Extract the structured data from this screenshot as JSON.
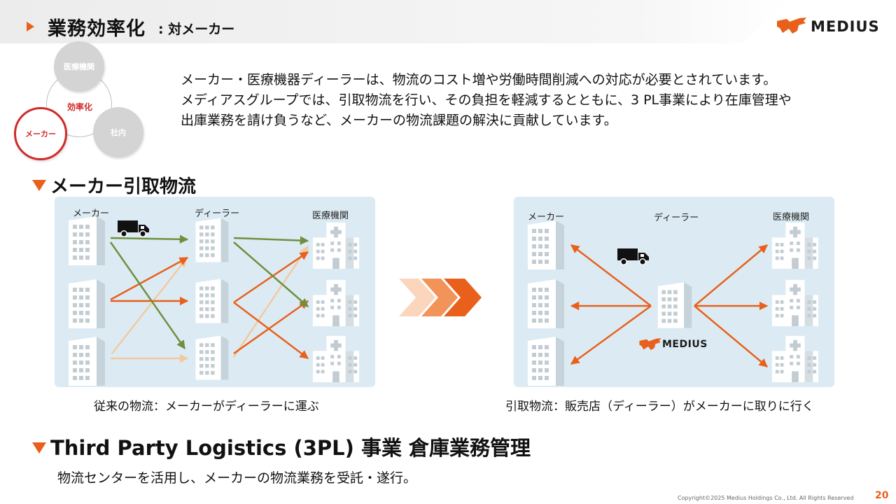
{
  "header": {
    "title": "業務効率化",
    "subtitle": ": 対メーカー",
    "logo_text": "MEDIUS"
  },
  "cycle": {
    "top": "医療機関",
    "center": "効率化",
    "left": "メーカー",
    "right": "社内"
  },
  "intro": {
    "line1": "メーカー・医療機器ディーラーは、物流のコスト増や労働時間削減への対応が必要とされています。",
    "line2": "メディアスグループでは、引取物流を行い、その負担を軽減するとともに、3 PL事業により在庫管理や",
    "line3": "出庫業務を請け負うなど、メーカーの物流課題の解決に貢献しています。"
  },
  "section1": {
    "title": "メーカー引取物流"
  },
  "diagram_left": {
    "labels": {
      "maker": "メーカー",
      "dealer": "ディーラー",
      "hospital": "医療機関"
    },
    "caption": "従来の物流：メーカーがディーラーに運ぶ"
  },
  "diagram_right": {
    "labels": {
      "maker": "メーカー",
      "dealer": "ディーラー",
      "hospital": "医療機関"
    },
    "logo_text": "MEDIUS",
    "caption": "引取物流：販売店（ディーラー）がメーカーに取りに行く"
  },
  "section2": {
    "title": "Third Party Logistics (3PL) 事業  倉庫業務管理",
    "description": "物流センターを活用し、メーカーの物流業務を受託・遂行。"
  },
  "footer": {
    "copyright": "Copyright©2025 Medius Holdings Co., Ltd. All Rights Reserved",
    "page_number": "20"
  },
  "colors": {
    "accent": "#e8601c",
    "green_arrow": "#6f8f3f",
    "light_arrow": "#f2c9a0",
    "panel_bg": "#dcebf3",
    "active_red": "#d12a2a"
  }
}
